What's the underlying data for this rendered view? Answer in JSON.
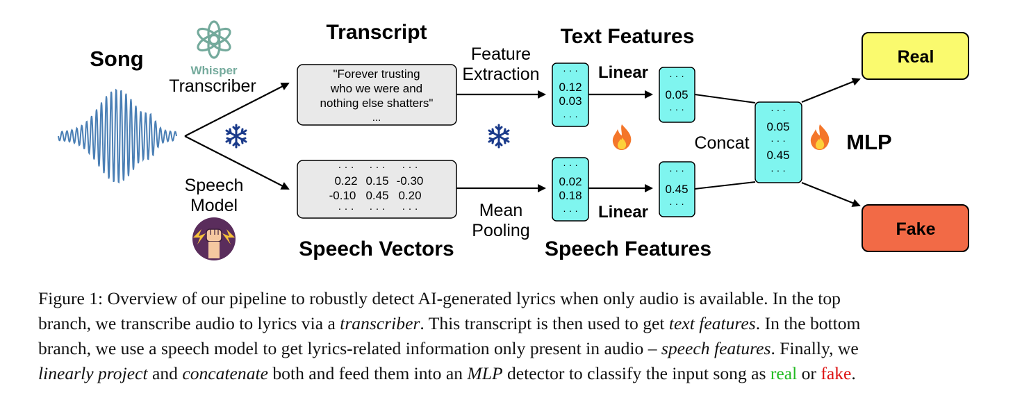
{
  "diagram": {
    "song_label": "Song",
    "whisper_logo_text": "Whisper",
    "transcriber_label": "Transcriber",
    "speech_model_label_line1": "Speech",
    "speech_model_label_line2": "Model",
    "transcript_title": "Transcript",
    "transcript_lines": [
      "\"Forever trusting",
      "who we were and",
      "nothing else shatters\"",
      "..."
    ],
    "speech_vectors_title": "Speech Vectors",
    "speech_vector_rows": [
      [
        "· · ·",
        "· · ·",
        "· · ·"
      ],
      [
        "0.22",
        "0.15",
        "-0.30"
      ],
      [
        "-0.10",
        "0.45",
        "0.20"
      ],
      [
        "· · ·",
        "· · ·",
        "· · ·"
      ]
    ],
    "feature_extraction_line1": "Feature",
    "feature_extraction_line2": "Extraction",
    "mean_pooling_line1": "Mean",
    "mean_pooling_line2": "Pooling",
    "text_features_title": "Text Features",
    "speech_features_title": "Speech Features",
    "text_feature_values": [
      "· · ·",
      "0.12",
      "0.03",
      "· · ·"
    ],
    "speech_feature_values": [
      "· · ·",
      "0.02",
      "0.18",
      "· · ·"
    ],
    "linear_label_top": "Linear",
    "linear_label_bottom": "Linear",
    "proj_text_values": [
      "· · ·",
      "0.05",
      "· · ·"
    ],
    "proj_speech_values": [
      "· · ·",
      "0.45",
      "· · ·"
    ],
    "concat_label": "Concat",
    "concat_values": [
      "· · ·",
      "0.05",
      "· · ·",
      "0.45",
      "· · ·"
    ],
    "mlp_label": "MLP",
    "real_label": "Real",
    "fake_label": "Fake",
    "colors": {
      "vector_fill": "#7ff5ef",
      "box_fill": "#e9e9e9",
      "real_fill": "#fafa6e",
      "fake_fill": "#f26a46",
      "wave": "#4a7fb5",
      "whisper": "#74aa9c",
      "snowflake": "#1a3a8a"
    },
    "icons": [
      "whisper-logo-icon",
      "snowflake-icon",
      "fire-icon",
      "speech-model-fist-icon",
      "waveform-icon"
    ]
  },
  "caption": {
    "lines": [
      [
        {
          "t": "Figure 1: Overview of our pipeline to robustly detect AI-generated lyrics when only audio is available. In the top"
        }
      ],
      [
        {
          "t": "branch, we transcribe audio to lyrics via a "
        },
        {
          "t": "transcriber",
          "i": true
        },
        {
          "t": ". This transcript is then used to get "
        },
        {
          "t": "text features",
          "i": true
        },
        {
          "t": ". In the bottom"
        }
      ],
      [
        {
          "t": "branch, we use a speech model to get lyrics-related information only present in audio – "
        },
        {
          "t": "speech features",
          "i": true
        },
        {
          "t": ". Finally, we"
        }
      ],
      [
        {
          "t": "linearly project",
          "i": true
        },
        {
          "t": " and "
        },
        {
          "t": "concatenate",
          "i": true
        },
        {
          "t": " both and feed them into an "
        },
        {
          "t": "MLP",
          "i": true
        },
        {
          "t": " detector to classify the input song as "
        },
        {
          "t": "real",
          "c": "real"
        },
        {
          "t": " or "
        },
        {
          "t": "fake",
          "c": "fake"
        },
        {
          "t": "."
        }
      ]
    ]
  }
}
